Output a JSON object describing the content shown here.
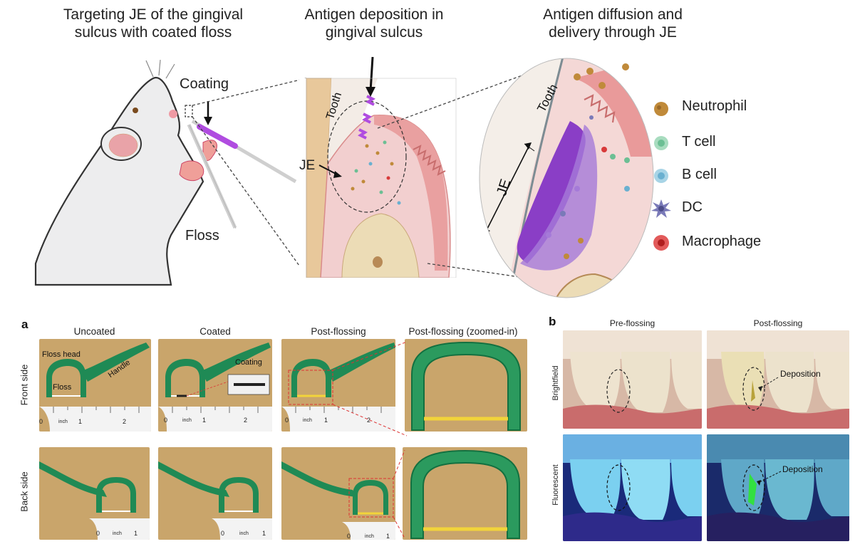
{
  "top": {
    "headers": [
      "Targeting JE of the gingival sulcus with coated floss",
      "Antigen deposition in gingival sulcus",
      "Antigen diffusion and delivery through JE"
    ],
    "labels": {
      "coating": "Coating",
      "floss": "Floss",
      "je": "JE",
      "tooth": "Tooth"
    },
    "legend": [
      {
        "name": "Neutrophil",
        "color": "#c08a3a"
      },
      {
        "name": "T cell",
        "color": "#6cbf94"
      },
      {
        "name": "B cell",
        "color": "#6ab0d0"
      },
      {
        "name": "DC",
        "color": "#7a7ab8"
      },
      {
        "name": "Macrophage",
        "color": "#d83a3a"
      }
    ]
  },
  "panel_a": {
    "letter": "a",
    "columns": [
      "Uncoated",
      "Coated",
      "Post-flossing",
      "Post-flossing (zoomed-in)"
    ],
    "rows": [
      "Front side",
      "Back side"
    ],
    "annotations": {
      "floss_head": "Floss head",
      "floss": "Floss",
      "handle": "Handle",
      "coating": "Coating"
    },
    "ruler": {
      "zero": "0",
      "inch": "inch",
      "one": "1",
      "two": "2"
    }
  },
  "panel_b": {
    "letter": "b",
    "columns": [
      "Pre-flossing",
      "Post-flossing"
    ],
    "rows": [
      "Brightfield",
      "Fluorescent"
    ],
    "deposition": "Deposition"
  },
  "colors": {
    "floss_green": "#1f8a55",
    "antigen_purple": "#b04ce0",
    "gum_pink": "#e89a96",
    "paper": "#c7a36a"
  }
}
